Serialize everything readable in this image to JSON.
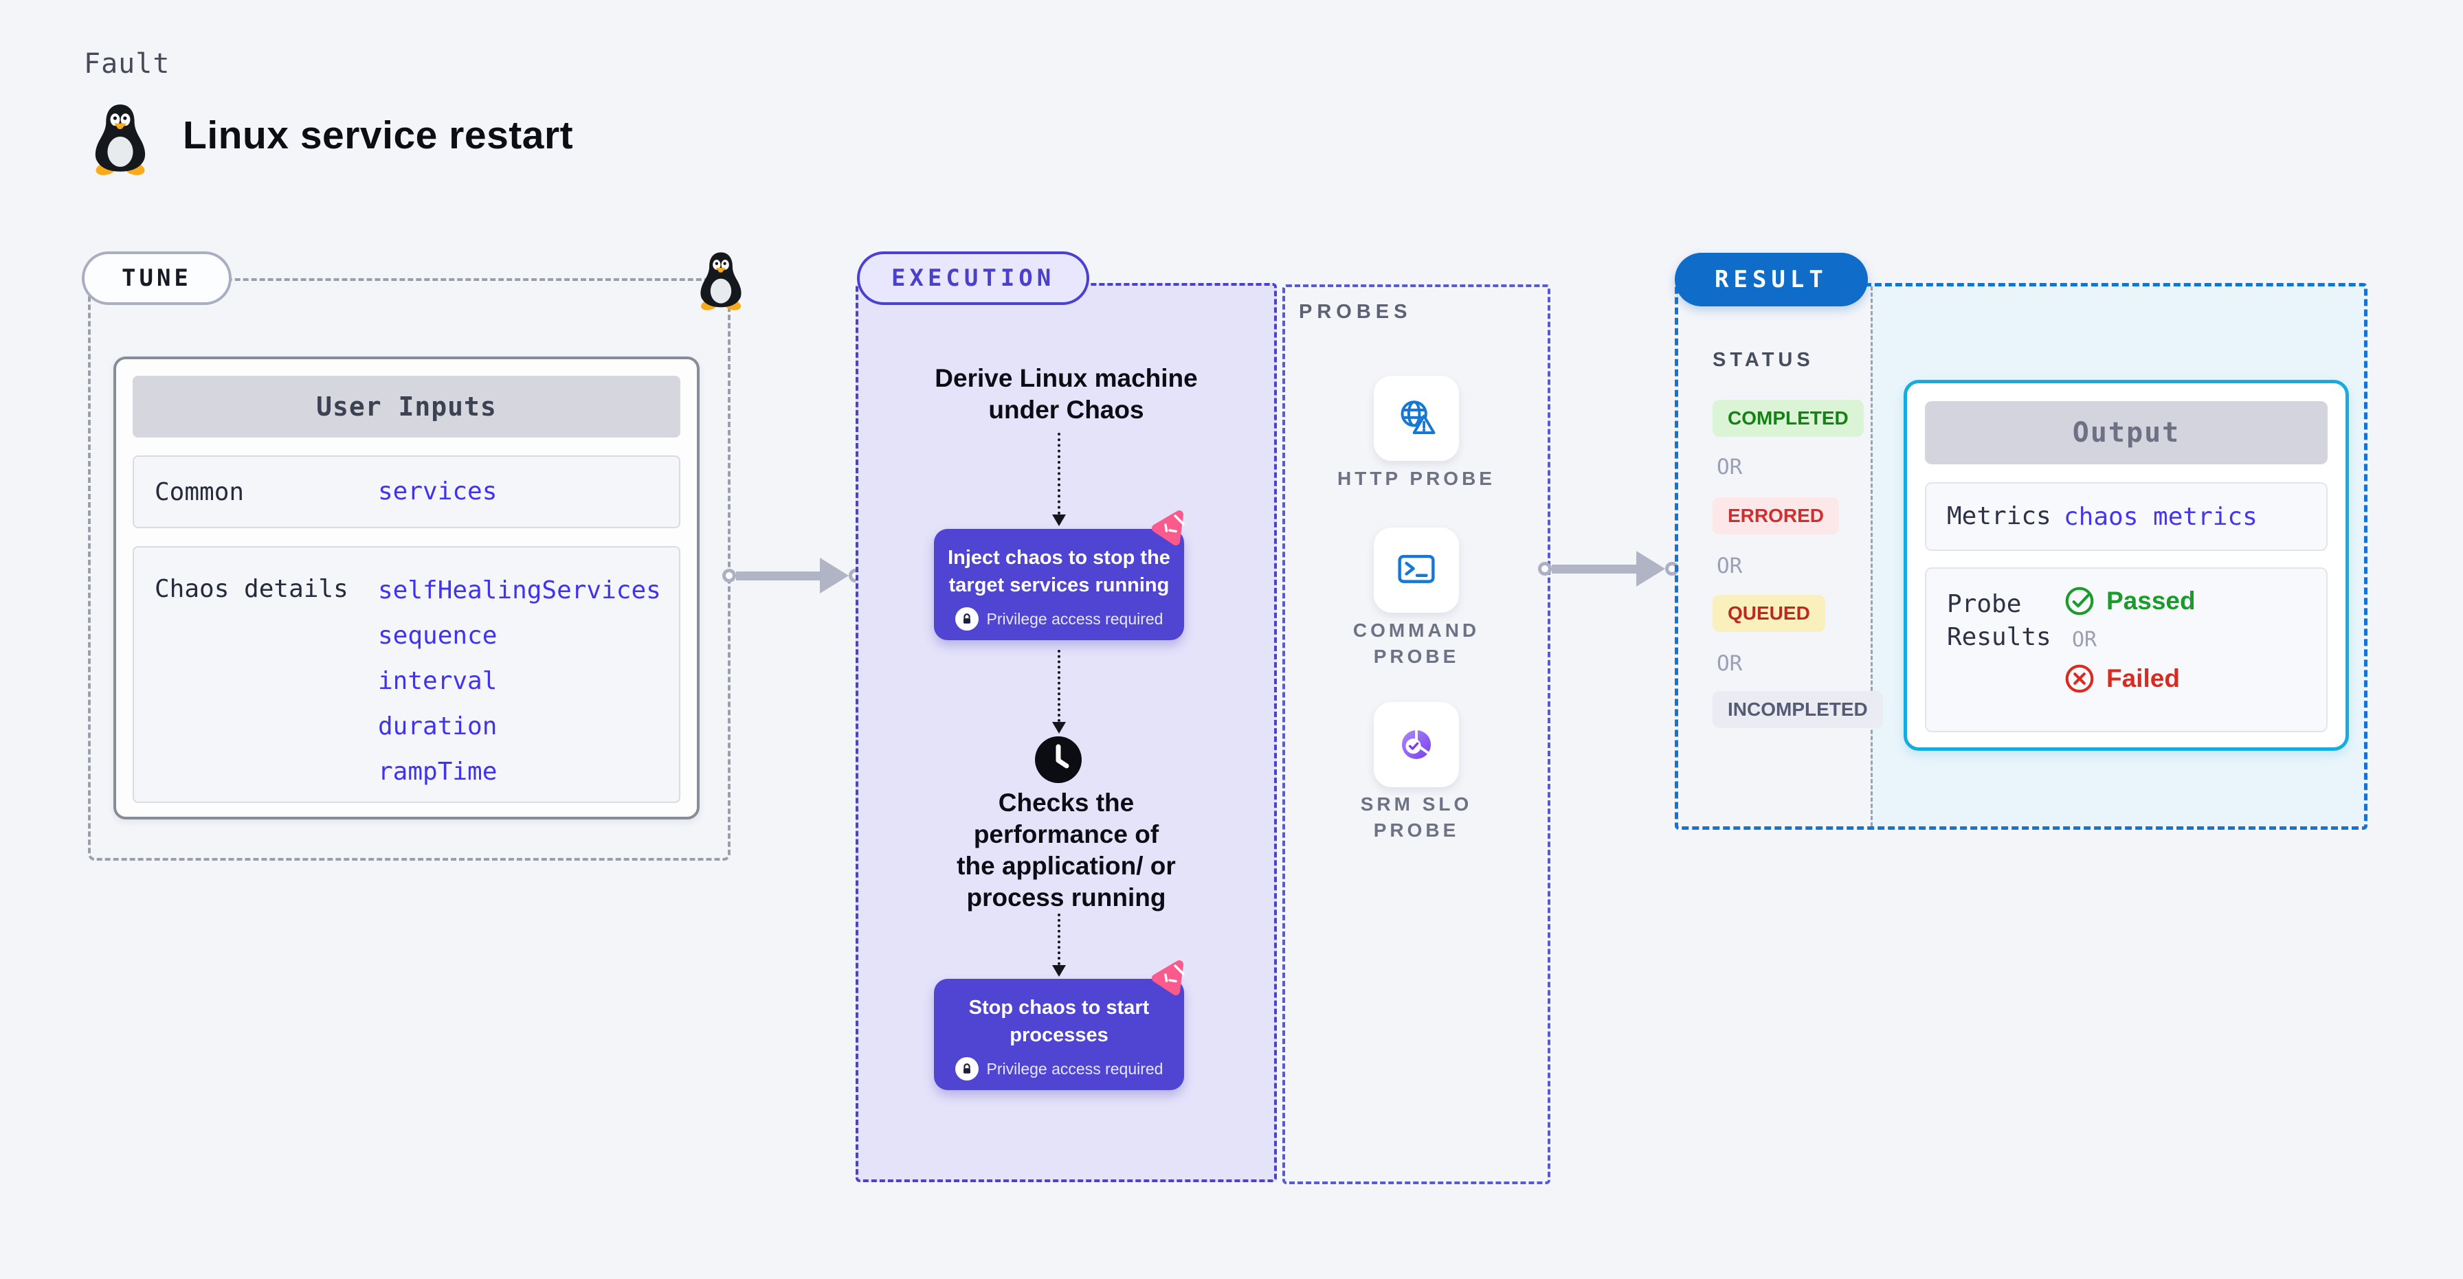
{
  "header": {
    "eyebrow": "Fault",
    "title": "Linux service restart"
  },
  "tune": {
    "badge": "TUNE",
    "card": {
      "header": "User Inputs",
      "rows": [
        {
          "label": "Common",
          "values": [
            "services"
          ]
        },
        {
          "label": "Chaos details",
          "values": [
            "selfHealingServices",
            "sequence",
            "interval",
            "duration",
            "rampTime"
          ]
        }
      ]
    }
  },
  "execution": {
    "badge": "EXECUTION",
    "step1": "Derive Linux machine\nunder Chaos",
    "action1": "Inject chaos to stop the\ntarget services running",
    "privilege_note": "Privilege access required",
    "step2": "Checks the\nperformance of\nthe application/ or\nprocess running",
    "action2": "Stop chaos to start\nprocesses"
  },
  "probes": {
    "label": "PROBES",
    "items": [
      {
        "label": "HTTP PROBE",
        "icon": "globe-alert-icon"
      },
      {
        "label": "COMMAND\nPROBE",
        "icon": "terminal-icon"
      },
      {
        "label": "SRM SLO\nPROBE",
        "icon": "slo-donut-icon"
      }
    ]
  },
  "result": {
    "badge": "RESULT",
    "status_label": "STATUS",
    "or": "OR",
    "statuses": [
      {
        "label": "COMPLETED",
        "fg": "#168117",
        "bg": "#dcf4d6"
      },
      {
        "label": "ERRORED",
        "fg": "#d02f2f",
        "bg": "#fce8e8"
      },
      {
        "label": "QUEUED",
        "fg": "#ba2a20",
        "bg": "#faf0bd"
      },
      {
        "label": "INCOMPLETED",
        "fg": "#555b74",
        "bg": "#ebecf3"
      }
    ],
    "output": {
      "header": "Output",
      "metrics_label": "Metrics",
      "metrics_value": "chaos metrics",
      "probe_results_label": "Probe\nResults",
      "passed": "Passed",
      "or": "OR",
      "failed": "Failed"
    }
  },
  "colors": {
    "page_bg": "#f4f5f9",
    "accent_indigo": "#4b40cf",
    "action_purple": "#5044d2",
    "accent_blue": "#0f6cc8",
    "accent_cyan": "#17abe0",
    "code_blue": "#3f33f0",
    "chaos_pink": "#fa5a8c",
    "probe_icon_blue": "#1478d4",
    "passed_green": "#1b9b2c",
    "failed_red": "#da2b1e",
    "arrow_gray": "#b1b4c5"
  }
}
